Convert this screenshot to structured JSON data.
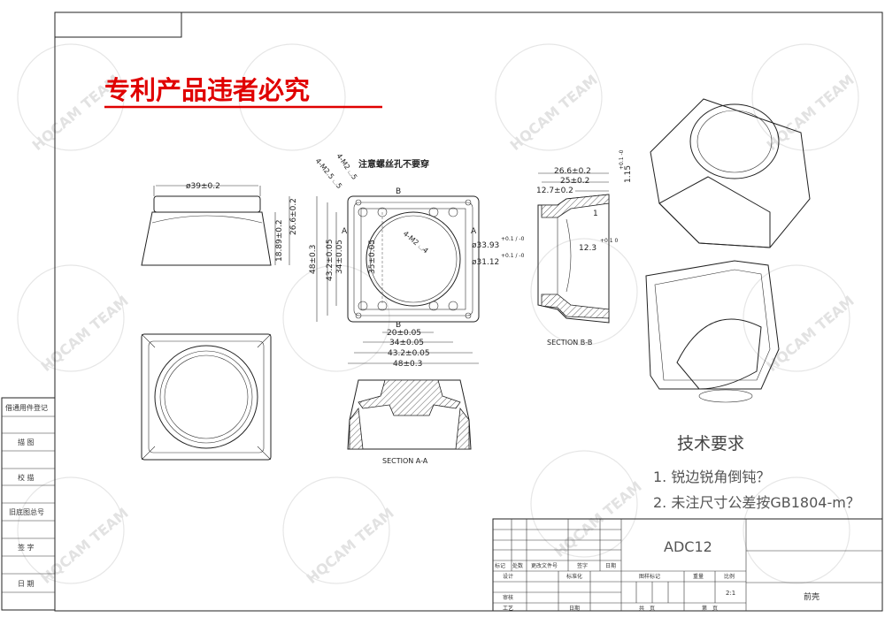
{
  "warning_title": "专利产品违者必究",
  "warning_color": "#e00000",
  "watermark": "HQCAM TEAM",
  "note_screw": "注意螺丝孔不要穿",
  "front_view": {
    "dia": "ø39±0.2",
    "h1": "18.89±0.2",
    "h2": "26.6±0.2"
  },
  "plan_view": {
    "hole1": "4-M2.5 ⌴5",
    "hole2": "4-M2 ⌴5",
    "hole3": "4-M2 ⌴4",
    "section_a": "A",
    "section_b": "B",
    "h_48": "48±0.3",
    "h_432": "43.2±0.05",
    "h_34": "34±0.05",
    "h_35": "35±0.05",
    "d_outer": "ø33.93",
    "d_outer_tol": "+0.1 / -0",
    "d_inner": "ø31.12",
    "d_inner_tol": "+0.1 / -0",
    "w_20": "20±0.05",
    "w_34": "34±0.05",
    "w_432": "43.2±0.05",
    "w_48": "48±0.3"
  },
  "section_bb": {
    "label": "SECTION B-B",
    "d1": "26.6±0.2",
    "d2": "25±0.2",
    "d3": "12.7±0.2",
    "d4": "1.15",
    "d4_tol": "+0.1 -0",
    "d5": "1",
    "d6": "12.3",
    "d6_tol": "+0.1 0"
  },
  "section_aa": {
    "label": "SECTION A-A"
  },
  "tech": {
    "title": "技术要求",
    "items": [
      "1. 锐边锐角倒钝？",
      "2. 未注尺寸公差按GB1804-m？"
    ]
  },
  "left_strip": [
    "借通用件登记",
    "描 图",
    "校 描",
    "旧底图总号",
    "签 字",
    "日 期"
  ],
  "title_block": {
    "material": "ADC12",
    "headers": [
      "标记",
      "处数",
      "更改文件号",
      "签字",
      "日期"
    ],
    "design": "设计",
    "standard": "标准化",
    "review": "审核",
    "process": "工艺",
    "date": "日期",
    "mark": "图样标记",
    "weight": "重量",
    "scale_label": "比例",
    "scale": "2:1",
    "total": "共　页",
    "sheet": "第　页",
    "part_name": "前壳"
  }
}
